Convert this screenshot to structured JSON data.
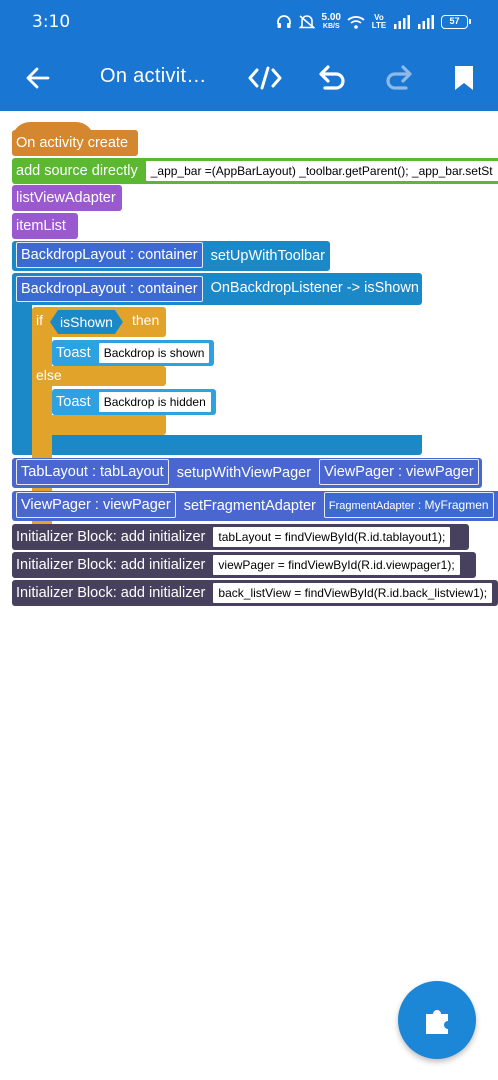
{
  "status_bar": {
    "time": "3:10",
    "speed_value": "5.00",
    "speed_unit": "KB/S",
    "volte": "Vo LTE",
    "battery": "57"
  },
  "app_bar": {
    "title": "On activit…",
    "icons": [
      "arrow-left-icon",
      "code-icon",
      "undo-icon",
      "redo-icon",
      "bookmark-icon"
    ]
  },
  "blocks": {
    "event": {
      "label": "On activity create"
    },
    "add_source": {
      "label": "add source directly",
      "code": "_app_bar =(AppBarLayout) _toolbar.getParent(); _app_bar.setSt"
    },
    "list_view_adapter": {
      "label": "listViewAdapter"
    },
    "item_list": {
      "label": "itemList"
    },
    "setup_toolbar": {
      "component": "BackdropLayout : container",
      "method": "setUpWithToolbar"
    },
    "backdrop_listener": {
      "component": "BackdropLayout : container",
      "method": "OnBackdropListener -> isShown"
    },
    "if_block": {
      "if_label": "if",
      "condition": "isShown",
      "then_label": "then",
      "else_label": "else"
    },
    "toast_shown": {
      "label": "Toast",
      "message": "Backdrop is shown"
    },
    "toast_hidden": {
      "label": "Toast",
      "message": "Backdrop is hidden"
    },
    "tab_setup": {
      "component": "TabLayout : tabLayout",
      "method": "setupWithViewPager",
      "arg": "ViewPager : viewPager"
    },
    "fragment_adapter": {
      "component": "ViewPager : viewPager",
      "method": "setFragmentAdapter",
      "arg_type": "FragmentAdapter",
      "arg_sep": " : ",
      "arg_value": "MyFragmen"
    },
    "init1": {
      "label": "Initializer Block: add initializer",
      "code": "tabLayout = findViewById(R.id.tablayout1);"
    },
    "init2": {
      "label": "Initializer Block: add initializer",
      "code": "viewPager = findViewById(R.id.viewpager1);"
    },
    "init3": {
      "label": "Initializer Block: add initializer",
      "code": "back_listView = findViewById(R.id.back_listview1);"
    }
  },
  "fab": {
    "icon": "puzzle-icon"
  }
}
